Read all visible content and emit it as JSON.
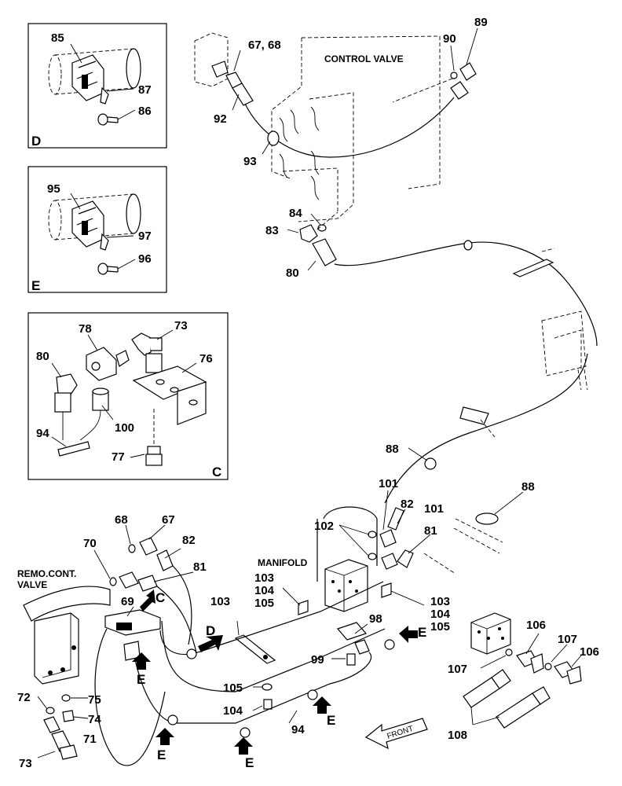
{
  "labels": {
    "control_valve": "CONTROL VALVE",
    "remo_cont_valve_1": "REMO.CONT.",
    "remo_cont_valve_2": "VALVE",
    "manifold": "MANIFOLD",
    "front": "FRONT"
  },
  "detail_boxes": {
    "d": "D",
    "e": "E",
    "c": "C"
  },
  "view_arrows": {
    "c": "C",
    "d": "D",
    "e": "E"
  },
  "callouts": {
    "p85": "85",
    "p87": "87",
    "p86": "86",
    "p95": "95",
    "p97": "97",
    "p96": "96",
    "p78": "78",
    "p73a": "73",
    "p80a": "80",
    "p76": "76",
    "p100": "100",
    "p94a": "94",
    "p77": "77",
    "p67_68": "67, 68",
    "p89": "89",
    "p90": "90",
    "p92": "92",
    "p93": "93",
    "p84": "84",
    "p83": "83",
    "p80b": "80",
    "p88a": "88",
    "p88b": "88",
    "p101a": "101",
    "p101b": "101",
    "p82a": "82",
    "p81a": "81",
    "p102": "102",
    "p68": "68",
    "p67": "67",
    "p70": "70",
    "p82b": "82",
    "p81b": "81",
    "p69": "69",
    "p103a": "103",
    "p104a": "104",
    "p105a": "105",
    "p103b": "103",
    "p103c": "103",
    "p104c": "104",
    "p105c": "105",
    "p98": "98",
    "p99": "99",
    "p105b": "105",
    "p104b": "104",
    "p94b": "94",
    "p72": "72",
    "p75": "75",
    "p74": "74",
    "p71": "71",
    "p73b": "73",
    "p106a": "106",
    "p107a": "107",
    "p107b": "107",
    "p106b": "106",
    "p108": "108"
  }
}
